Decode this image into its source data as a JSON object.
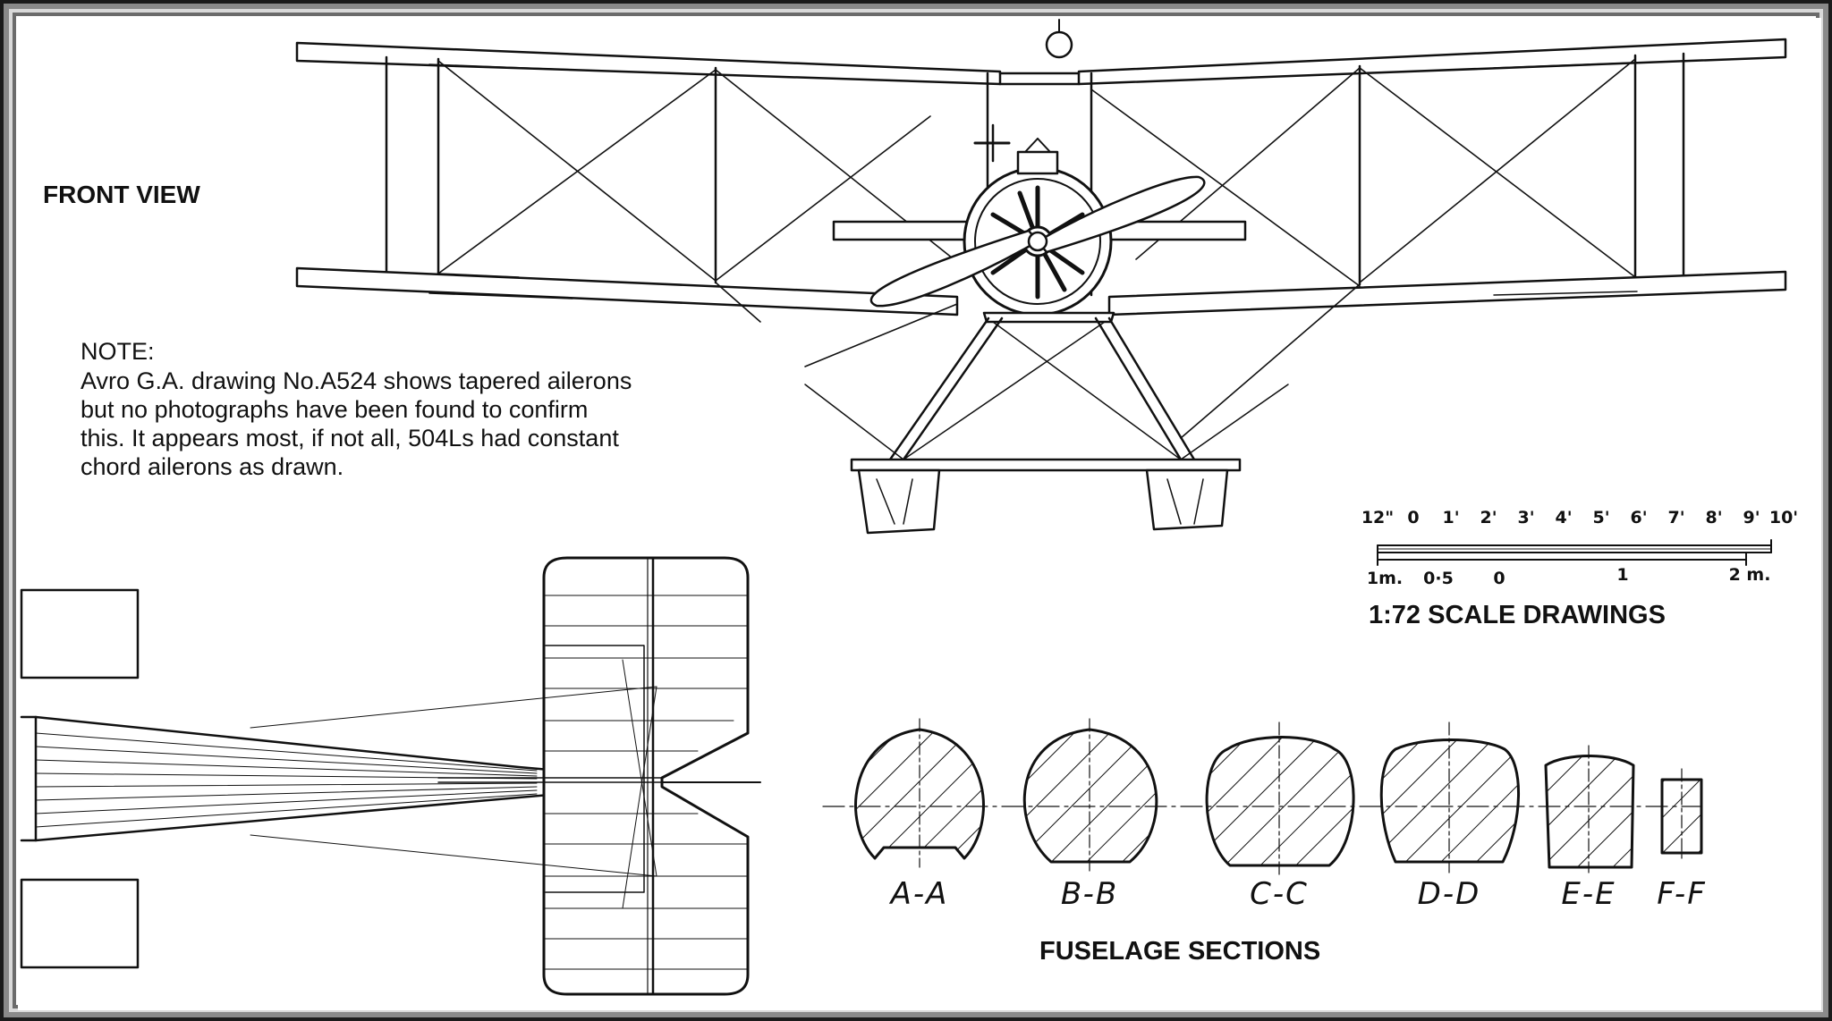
{
  "front_view_label": "FRONT VIEW",
  "note": {
    "heading": "NOTE:",
    "lines": [
      "Avro G.A. drawing No.A524 shows tapered ailerons",
      "but no photographs have been found to confirm",
      "this. It appears most, if not all, 504Ls had constant",
      "chord ailerons as drawn."
    ]
  },
  "scale": {
    "feet_ticks": [
      "12\"",
      "0",
      "1'",
      "2'",
      "3'",
      "4'",
      "5'",
      "6'",
      "7'",
      "8'",
      "9'",
      "10'"
    ],
    "metre_ticks": [
      "1m.",
      "0·5",
      "0",
      "1",
      "2 m."
    ],
    "title": "1:72 SCALE DRAWINGS"
  },
  "fuselage": {
    "title": "FUSELAGE SECTIONS",
    "sections": [
      "A-A",
      "B-B",
      "C-C",
      "D-D",
      "E-E",
      "F-F"
    ]
  }
}
